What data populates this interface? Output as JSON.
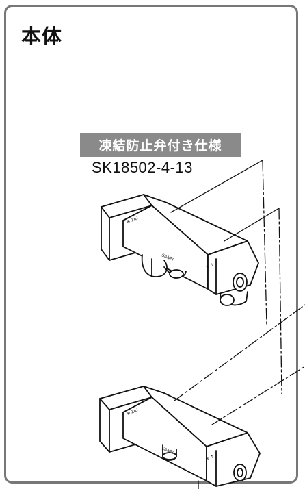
{
  "heading": "本体",
  "variant_label": "凍結防止弁付き仕様",
  "model_number": "SK18502-4-13",
  "faucet_brand_mark": "SANEI",
  "colors": {
    "frame_border": "#777777",
    "label_background": "#8a8a8a",
    "label_text": "#ffffff",
    "line_art": "#111111"
  },
  "icons": [
    "upper-faucet-illustration",
    "lower-faucet-illustration"
  ]
}
